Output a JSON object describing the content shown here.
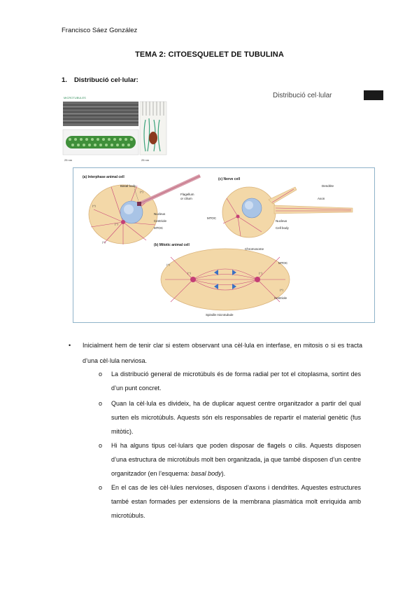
{
  "header": {
    "author": "Francisco Sáez González"
  },
  "title": "TEMA 2: CITOESQUELET DE TUBULINA",
  "section": {
    "number": "1.",
    "label": "Distribució cel·lular:"
  },
  "figure_partial": {
    "text": "Distribució cel·lular"
  },
  "figure_top": {
    "label": "MICROTUBULES",
    "scale_left": "25 nm",
    "scale_right": "25 nm"
  },
  "figure_main": {
    "panel_a": {
      "title": "(a) Interphase animal cell",
      "basal_body": "Basal body",
      "flagellum": "Flagellum",
      "flagellum2": "or cilium",
      "nucleus": "Nucleus",
      "centriole": "Centriole",
      "mtoc": "MTOC"
    },
    "panel_c": {
      "title": "(c) Nerve cell",
      "dendrite": "Dendrite",
      "axon": "Axon",
      "mtoc": "MTOC",
      "nucleus": "Nucleus",
      "cell_body": "Cell body"
    },
    "panel_b": {
      "title": "(b) Mitotic animal cell",
      "chromosome": "Chromosome",
      "mtoc": "MTOC",
      "centriole": "Centriole",
      "spindle": "Spindle microtubule"
    },
    "plus": "(+)",
    "minus": "(−)"
  },
  "body": {
    "bullet": "Inicialment hem de tenir clar si estem observant una cèl·lula en interfase, en mitosis o si es tracta d’una cèl·lula nerviosa.",
    "subs": [
      {
        "text": "La distribució general de microtúbuls és de forma radial per tot el citoplasma, sortint des d’un punt concret."
      },
      {
        "text": "Quan la cèl·lula es divideix, ha de duplicar aquest centre organitzador a partir del qual surten els microtúbuls. Aquests són els responsables de repartir el material genètic (fus mitòtic)."
      },
      {
        "before": "Hi ha alguns tipus cel·lulars que poden disposar de flagels o cilis. Aquests disposen d’una estructura de microtúbuls molt ben organitzada, ja que també disposen d’un centre organitzador (en l’esquema: ",
        "italic": "basal body",
        "after": ")."
      },
      {
        "text": "En el cas de les cèl·lules nervioses, disposen d’axons i dendrites. Aquestes estructures també estan formades per extensions de la membrana plasmàtica molt enriquida amb microtúbuls."
      }
    ],
    "sub_marker": "o",
    "bullet_marker": "•"
  }
}
